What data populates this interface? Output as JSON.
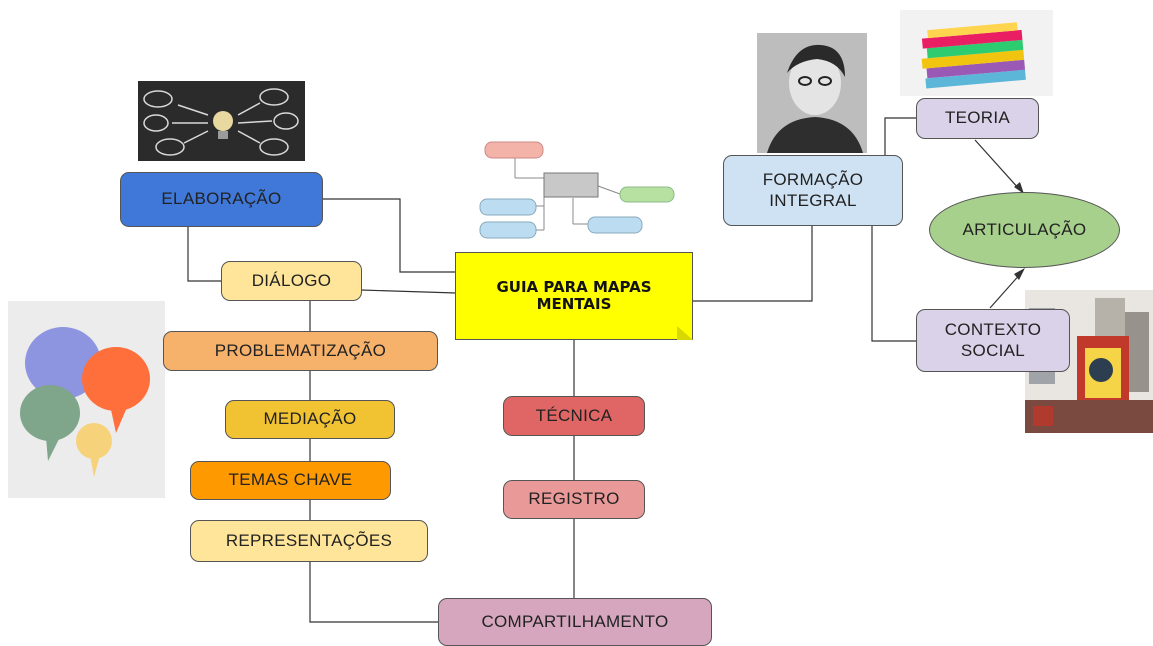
{
  "center": {
    "title": "GUIA PARA MAPAS\nMENTAIS"
  },
  "left_branch": {
    "elaboracao": "ELABORAÇÃO",
    "dialogo": "DIÁLOGO",
    "problematizacao": "PROBLEMATIZAÇÃO",
    "mediacao": "MEDIAÇÃO",
    "temas_chave": "TEMAS CHAVE",
    "representacoes": "REPRESENTAÇÕES"
  },
  "middle_branch": {
    "tecnica": "TÉCNICA",
    "registro": "REGISTRO",
    "compartilhamento": "COMPARTILHAMENTO"
  },
  "right_branch": {
    "formacao_integral": "FORMAÇÃO\nINTEGRAL",
    "teoria": "TEORIA",
    "contexto_social": "CONTEXTO\nSOCIAL",
    "articulacao": "ARTICULAÇÃO"
  },
  "colors": {
    "elaboracao": "#3f78d8",
    "dialogo": "#ffe59a",
    "problematizacao": "#f6b26b",
    "mediacao": "#f1c232",
    "temas_chave": "#ff9900",
    "representacoes": "#ffe599",
    "tecnica": "#e06666",
    "registro": "#ea9999",
    "compartilhamento": "#d5a6bd",
    "formacao_integral": "#cfe2f3",
    "teoria": "#d9d2e9",
    "contexto_social": "#d9d2e9",
    "articulacao": "#a8d08d",
    "center": "#ffff00"
  },
  "images": [
    "lightbulb-mindmap-image",
    "mindmap-diagram-image",
    "portrait-photo-image",
    "books-image",
    "speech-bubbles-image",
    "city-mural-image"
  ]
}
